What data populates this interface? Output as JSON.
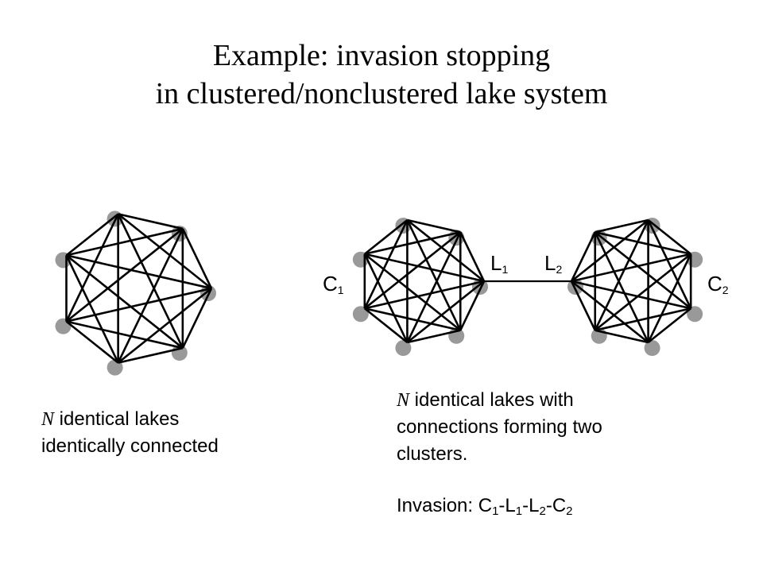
{
  "title": {
    "line1": "Example: invasion stopping",
    "line2": "in clustered/nonclustered lake system"
  },
  "left_graph": {
    "node_count": 7,
    "complete": true
  },
  "right_graph": {
    "clusters": [
      {
        "label": "C",
        "sub": "1",
        "node_count": 7
      },
      {
        "label": "C",
        "sub": "2",
        "node_count": 7
      }
    ],
    "link_labels": [
      {
        "label": "L",
        "sub": "1"
      },
      {
        "label": "L",
        "sub": "2"
      }
    ]
  },
  "colors": {
    "node": "#999999",
    "edge": "#000000"
  },
  "captions": {
    "left": {
      "n": "N",
      "text": " identical lakes identically connected"
    },
    "right": {
      "n": "N",
      "text": " identical lakes with connections forming two clusters."
    },
    "invasion_prefix": "Invasion:",
    "invasion_path": [
      {
        "label": "C",
        "sub": "1"
      },
      {
        "label": "L",
        "sub": "1"
      },
      {
        "label": "L",
        "sub": "2"
      },
      {
        "label": "C",
        "sub": "2"
      }
    ]
  }
}
